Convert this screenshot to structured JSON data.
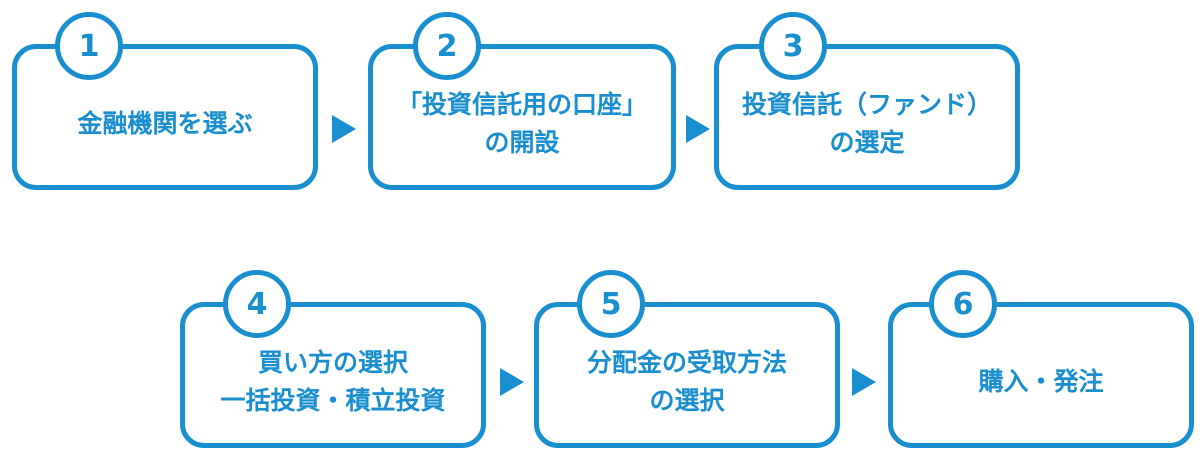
{
  "colors": {
    "accent": "#1a8fcf",
    "background": "#ffffff"
  },
  "steps": [
    {
      "number": "1",
      "lines": [
        "金融機関を選ぶ"
      ]
    },
    {
      "number": "2",
      "lines": [
        "「投資信託用の口座」",
        "の開設"
      ]
    },
    {
      "number": "3",
      "lines": [
        "投資信託（ファンド）",
        "の選定"
      ]
    },
    {
      "number": "4",
      "lines": [
        "買い方の選択",
        "一括投資・積立投資"
      ]
    },
    {
      "number": "5",
      "lines": [
        "分配金の受取方法",
        "の選択"
      ]
    },
    {
      "number": "6",
      "lines": [
        "購入・発注"
      ]
    }
  ],
  "arrows": [
    "arrow-right-icon",
    "arrow-right-icon",
    "arrow-right-icon",
    "arrow-right-icon"
  ]
}
